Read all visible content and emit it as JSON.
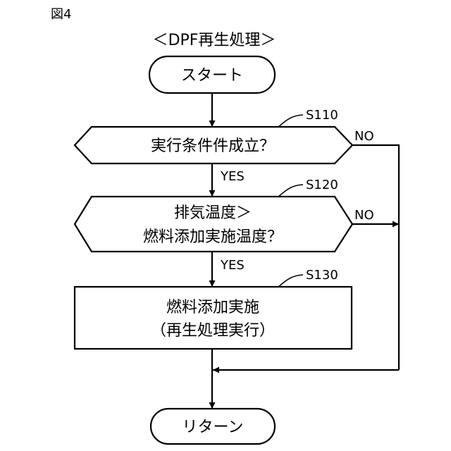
{
  "figure_label": "図4",
  "title": "＜DPF再生処理＞",
  "start": {
    "label": "スタート"
  },
  "s110": {
    "step": "S110",
    "label": "実行条件件成立？",
    "no": "NO",
    "yes": "YES"
  },
  "s120": {
    "step": "S120",
    "line1": "排気温度＞",
    "line2": "燃料添加実施温度？",
    "no": "NO",
    "yes": "YES"
  },
  "s130": {
    "step": "S130",
    "line1": "燃料添加実施",
    "line2": "（再生処理実行）"
  },
  "end": {
    "label": "リターン"
  }
}
